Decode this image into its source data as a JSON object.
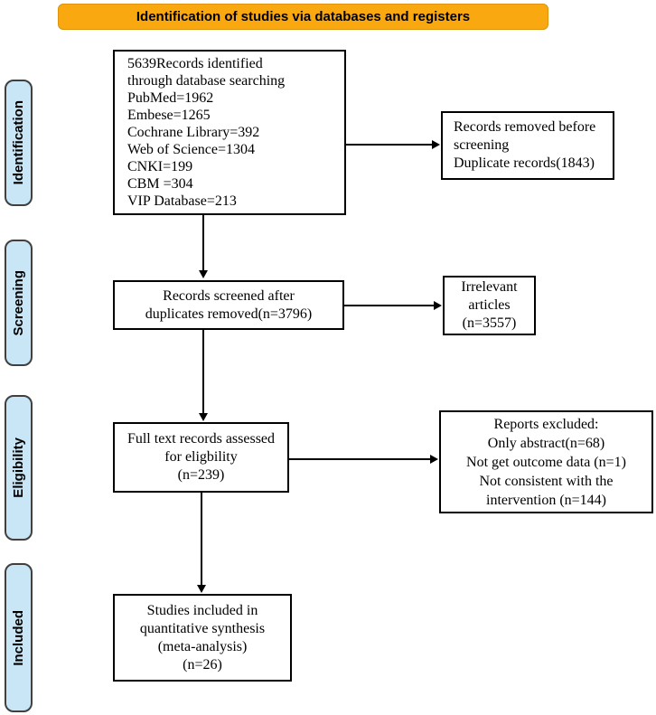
{
  "header": {
    "label": "Identification of studies via databases and registers"
  },
  "colors": {
    "header_fill": "#F9A810",
    "header_border": "#DE920D",
    "stage_fill": "#C9E6F6",
    "stage_border": "#404040",
    "box_border": "#000000",
    "text": "#000000",
    "background": "#FFFFFF"
  },
  "stages": [
    {
      "label": "Identification"
    },
    {
      "label": "Screening"
    },
    {
      "label": "Eligibility"
    },
    {
      "label": "Included"
    }
  ],
  "boxes": {
    "identified": {
      "text": "5639Records identified\nthrough database searching\nPubMed=1962\nEmbese=1265\nCochrane Library=392\nWeb of Science=1304\nCNKI=199\nCBM =304\nVIP Database=213"
    },
    "removed": {
      "text": "Records removed before\nscreening\nDuplicate records(1843)"
    },
    "screened": {
      "text": "Records screened after\nduplicates removed(n=3796)"
    },
    "irrelevant": {
      "text": "Irrelevant\narticles\n(n=3557)"
    },
    "fulltext": {
      "text": "Full text records assessed\nfor eligbility\n(n=239)"
    },
    "excluded": {
      "text": "Reports excluded:\nOnly abstract(n=68)\nNot get outcome data (n=1)\nNot consistent with the\nintervention (n=144)"
    },
    "included": {
      "text": "Studies included in\nquantitative synthesis\n(meta-analysis)\n(n=26)"
    }
  }
}
